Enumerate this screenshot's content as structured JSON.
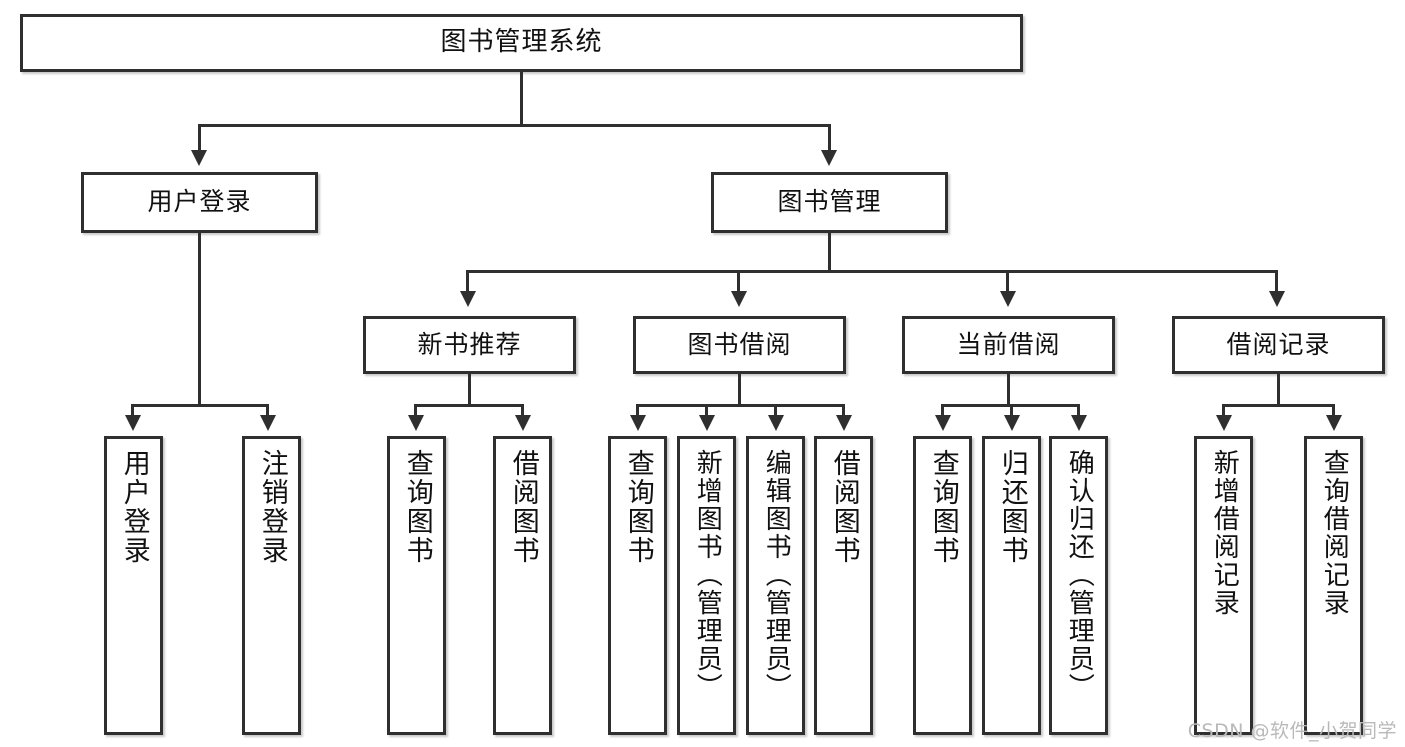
{
  "diagram": {
    "title": "图书管理系统",
    "type": "功能结构图",
    "watermark": "CSDN @软件_小贺同学",
    "colors": {
      "box_border": "#2f2f2f",
      "box_fill": "#ffffff",
      "connector": "#2f2f2f",
      "text": "#111111",
      "watermark": "#b9b9b9",
      "background": "#ffffff"
    }
  },
  "nodes": {
    "root": {
      "label": "图书管理系统"
    },
    "level2": [
      {
        "id": "user-login",
        "label": "用户登录"
      },
      {
        "id": "book-management",
        "label": "图书管理"
      }
    ],
    "level3": [
      {
        "id": "new-book-recommend",
        "label": "新书推荐"
      },
      {
        "id": "book-borrow",
        "label": "图书借阅"
      },
      {
        "id": "current-borrow",
        "label": "当前借阅"
      },
      {
        "id": "borrow-record",
        "label": "借阅记录"
      }
    ],
    "leaves": {
      "user_login": [
        {
          "id": "leaf-user-login",
          "label": "用户登录"
        },
        {
          "id": "leaf-logout",
          "label": "注销登录"
        }
      ],
      "new_book_recommend": [
        {
          "id": "leaf-query-book-1",
          "label": "查询图书"
        },
        {
          "id": "leaf-borrow-book-1",
          "label": "借阅图书"
        }
      ],
      "book_borrow": [
        {
          "id": "leaf-query-book-2",
          "label": "查询图书"
        },
        {
          "id": "leaf-add-book",
          "label": "新增图书（管理员）"
        },
        {
          "id": "leaf-edit-book",
          "label": "编辑图书（管理员）"
        },
        {
          "id": "leaf-borrow-book-2",
          "label": "借阅图书"
        }
      ],
      "current_borrow": [
        {
          "id": "leaf-query-book-3",
          "label": "查询图书"
        },
        {
          "id": "leaf-return-book",
          "label": "归还图书"
        },
        {
          "id": "leaf-confirm-return",
          "label": "确认归还（管理员）"
        }
      ],
      "borrow_record": [
        {
          "id": "leaf-add-record",
          "label": "新增借阅记录"
        },
        {
          "id": "leaf-query-record",
          "label": "查询借阅记录"
        }
      ]
    }
  }
}
